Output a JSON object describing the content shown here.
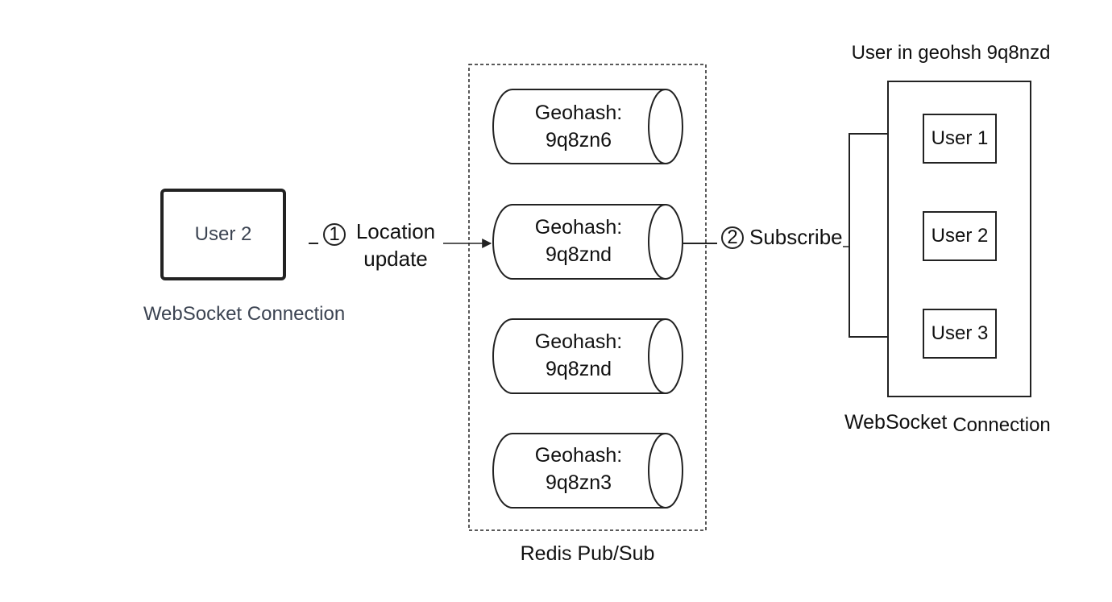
{
  "sender": {
    "label": "User 2",
    "caption": "WebSocket Connection"
  },
  "steps": [
    {
      "number": "1",
      "label": "Location update"
    },
    {
      "number": "2",
      "label": "Subscribe"
    }
  ],
  "pubsub": {
    "caption": "Redis Pub/Sub",
    "channels": [
      {
        "line1": "Geohash:",
        "line2": "9q8zn6"
      },
      {
        "line1": "Geohash:",
        "line2": "9q8znd"
      },
      {
        "line1": "Geohash:",
        "line2": "9q8znd"
      },
      {
        "line1": "Geohash:",
        "line2": "9q8zn3"
      }
    ]
  },
  "subscriber_group": {
    "title": "User in geohsh 9q8nzd",
    "caption_word1": "WebSocket",
    "caption_word2": "Connection",
    "users": [
      "User 1",
      "User 2",
      "User 3"
    ]
  }
}
